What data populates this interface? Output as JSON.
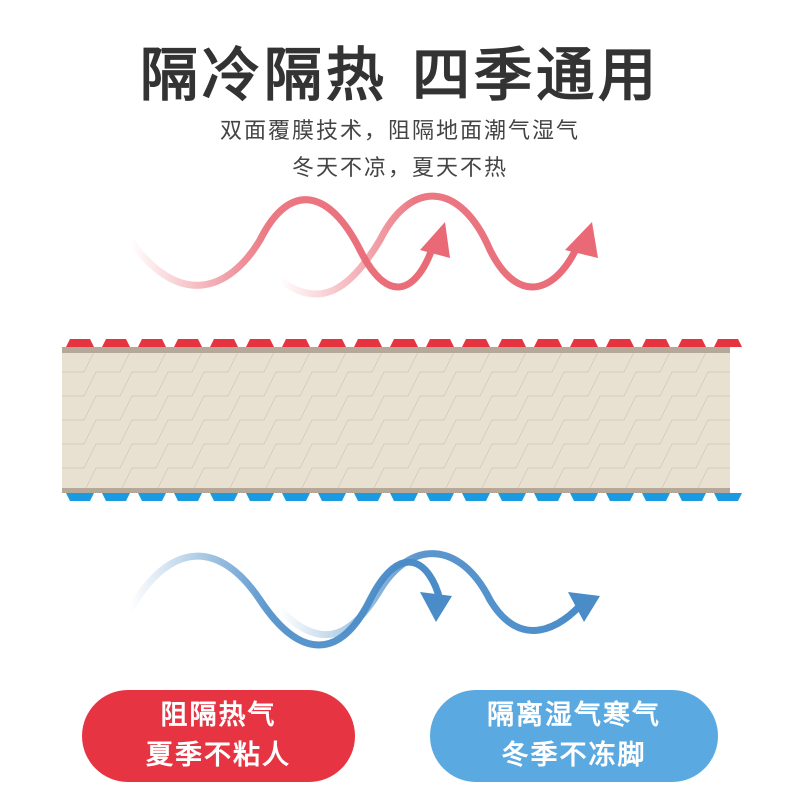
{
  "header": {
    "title": "隔冷隔热 四季通用",
    "subtitle_line1": "双面覆膜技术，阻隔地面潮气湿气",
    "subtitle_line2": "冬天不凉，夏天不热"
  },
  "badges": [
    {
      "line1": "阻隔热气",
      "line2": "夏季不粘人",
      "color": "#e63442"
    },
    {
      "line1": "隔离湿气寒气",
      "line2": "冬季不冻脚",
      "color": "#5aa9e0"
    }
  ],
  "colors": {
    "heat_wave": "#e96a76",
    "cold_wave": "#4a8cc8",
    "mat_body": "#e8e1d2",
    "mat_edge": "#b5a898",
    "film_top": "#e53340",
    "film_bottom": "#1a9ae0"
  }
}
